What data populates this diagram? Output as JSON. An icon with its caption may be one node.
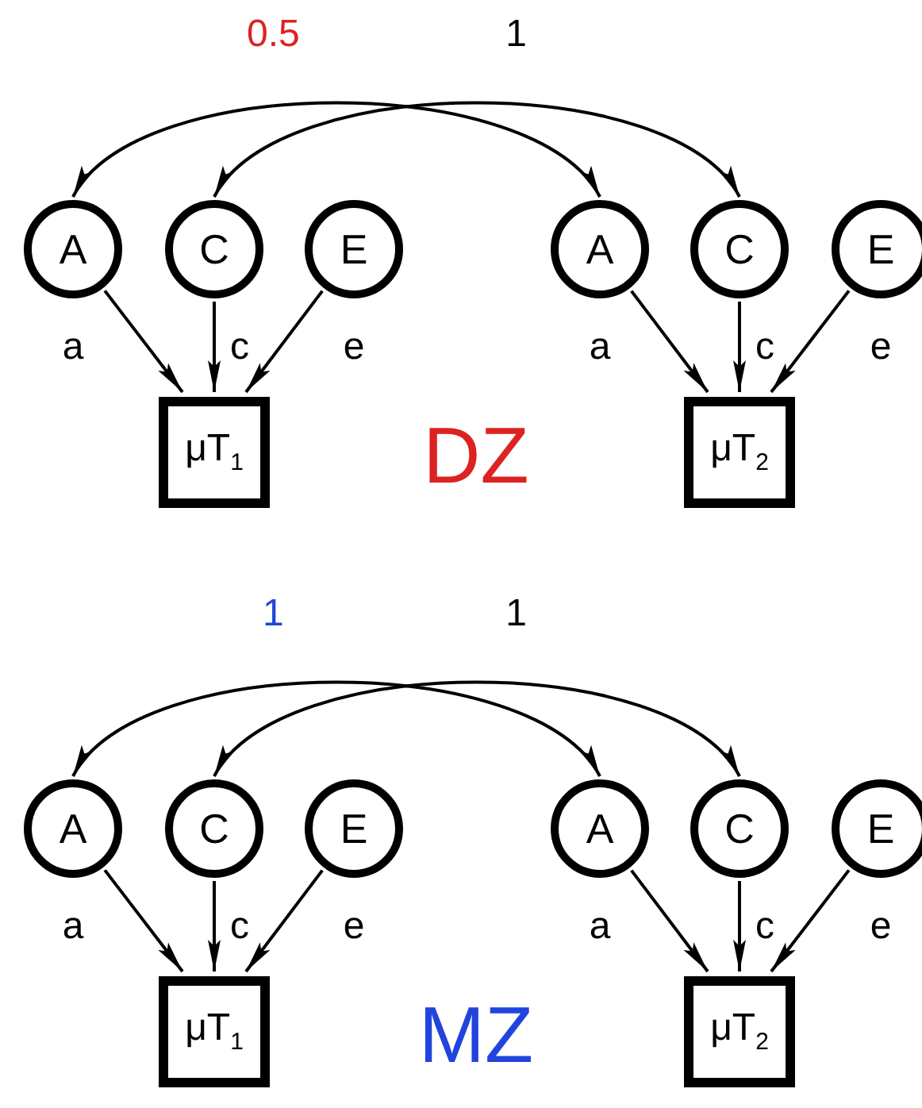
{
  "diagram": {
    "nodes": [
      {
        "text": [
          "A"
        ]
      },
      {
        "text": [
          "C"
        ]
      },
      {
        "text": [
          "E"
        ]
      },
      {
        "text": [
          "A"
        ]
      },
      {
        "text": [
          "C"
        ]
      },
      {
        "text": [
          "E"
        ]
      },
      {
        "text": [
          "μT$_{1}$"
        ]
      },
      {
        "text": [
          "μT$_{2}$"
        ]
      },
      {
        "text": [
          "A"
        ]
      },
      {
        "text": [
          "C"
        ]
      },
      {
        "text": [
          "E"
        ]
      },
      {
        "text": [
          "A"
        ]
      },
      {
        "text": [
          "C"
        ]
      },
      {
        "text": [
          "E"
        ]
      },
      {
        "text": [
          "μT$_{1}$"
        ]
      },
      {
        "text": [
          "μT$_{2}$"
        ]
      }
    ],
    "edges": [
      {
        "from": 0,
        "to": 3,
        "arrow": "both",
        "label": "0.5"
      },
      {
        "from": 1,
        "to": 4,
        "arrow": "both",
        "label": "1"
      },
      {
        "from": 0,
        "to": 6,
        "arrow": "to",
        "label": "a"
      },
      {
        "from": 1,
        "to": 6,
        "arrow": "to",
        "label": "c"
      },
      {
        "from": 2,
        "to": 6,
        "arrow": "to",
        "label": "e"
      },
      {
        "from": 3,
        "to": 7,
        "arrow": "to",
        "label": "a"
      },
      {
        "from": 4,
        "to": 7,
        "arrow": "to",
        "label": "c"
      },
      {
        "from": 5,
        "to": 7,
        "arrow": "to",
        "label": "e"
      },
      {
        "from": 8,
        "to": 11,
        "arrow": "both",
        "label": "1"
      },
      {
        "from": 9,
        "to": 12,
        "arrow": "both",
        "label": "1"
      },
      {
        "from": 8,
        "to": 14,
        "arrow": "to",
        "label": "a"
      },
      {
        "from": 9,
        "to": 14,
        "arrow": "to",
        "label": "c"
      },
      {
        "from": 10,
        "to": 14,
        "arrow": "to",
        "label": "e"
      },
      {
        "from": 11,
        "to": 15,
        "arrow": "to",
        "label": "a"
      },
      {
        "from": 12,
        "to": 15,
        "arrow": "to",
        "label": "c"
      },
      {
        "from": 13,
        "to": 15,
        "arrow": "to",
        "label": "e"
      }
    ],
    "labels": [
      "DZ",
      "MZ"
    ]
  }
}
